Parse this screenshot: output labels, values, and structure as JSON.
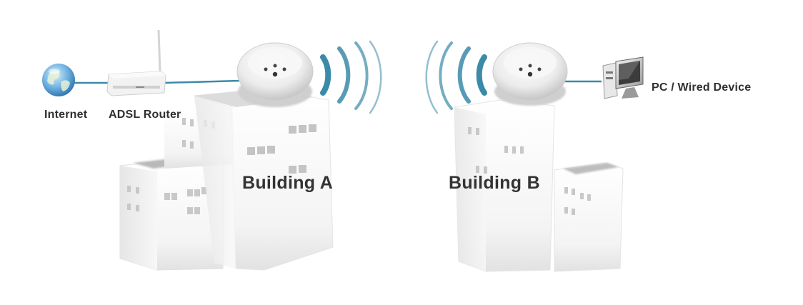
{
  "labels": {
    "internet": "Internet",
    "router": "ADSL Router",
    "building_a": "Building A",
    "building_b": "Building B",
    "pc": "PC / Wired Device"
  },
  "colors": {
    "link_line": "#3a8aa8",
    "signal_arc": "#3a8aa8",
    "building_shadow": "#d8d8d8"
  },
  "icons": [
    "globe-icon",
    "router-icon",
    "access-point-icon",
    "pc-icon",
    "wifi-signal-icon",
    "building-icon"
  ]
}
